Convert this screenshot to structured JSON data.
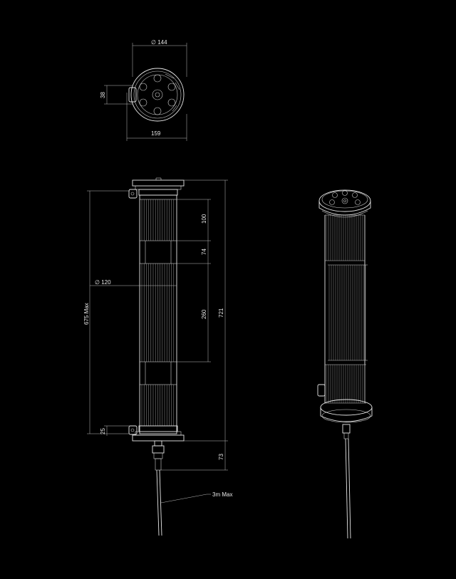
{
  "dimensions": {
    "top_diameter": "∅ 144",
    "top_bracket": "38",
    "top_width": "159",
    "section_100": "100",
    "section_74": "74",
    "section_260": "260",
    "diameter_120": "∅ 120",
    "length_675": "675 Max",
    "length_721": "721",
    "end_25": "25",
    "cable_73": "73",
    "cable_length": "3m Max"
  },
  "colors": {
    "background": "#000000",
    "line": "#e6e6e6"
  }
}
